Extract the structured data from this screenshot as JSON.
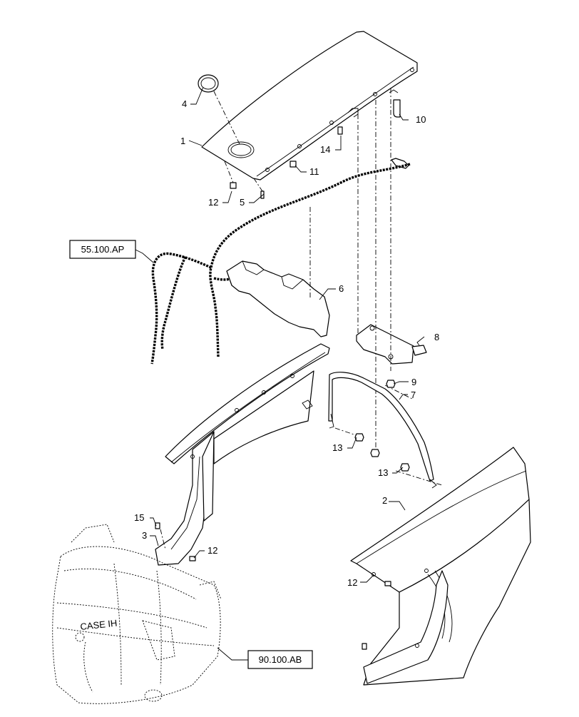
{
  "diagram": {
    "callouts": [
      {
        "id": "c1",
        "text": "1"
      },
      {
        "id": "c2",
        "text": "2"
      },
      {
        "id": "c3",
        "text": "3"
      },
      {
        "id": "c4",
        "text": "4"
      },
      {
        "id": "c5",
        "text": "5"
      },
      {
        "id": "c6",
        "text": "6"
      },
      {
        "id": "c7",
        "text": "7"
      },
      {
        "id": "c8",
        "text": "8"
      },
      {
        "id": "c9",
        "text": "9"
      },
      {
        "id": "c10",
        "text": "10"
      },
      {
        "id": "c11",
        "text": "11"
      },
      {
        "id": "c12a",
        "text": "12"
      },
      {
        "id": "c12b",
        "text": "12"
      },
      {
        "id": "c12c",
        "text": "12"
      },
      {
        "id": "c13a",
        "text": "13"
      },
      {
        "id": "c13b",
        "text": "13"
      },
      {
        "id": "c14",
        "text": "14"
      },
      {
        "id": "c15",
        "text": "15"
      }
    ],
    "references": [
      {
        "id": "ref-wiring",
        "text": "55.100.AP"
      },
      {
        "id": "ref-hood",
        "text": "90.100.AB"
      }
    ],
    "hood_badge": "CASE IH"
  }
}
